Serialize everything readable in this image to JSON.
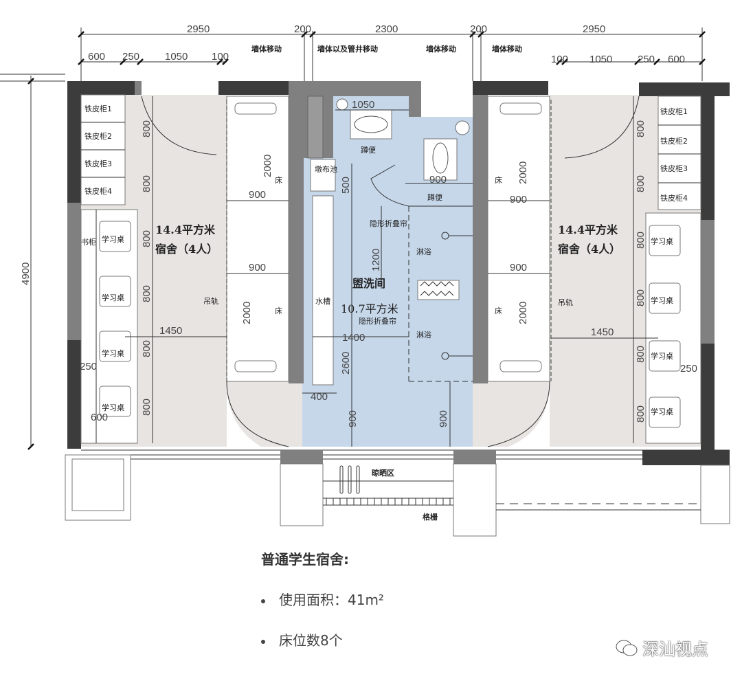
{
  "dimensions": {
    "top": [
      "2950",
      "200",
      "2300",
      "200",
      "2950"
    ],
    "sub_left": [
      "600",
      "250",
      "1050",
      "100"
    ],
    "sub_right": [
      "100",
      "1050",
      "250",
      "600"
    ],
    "overall_depth": "4900"
  },
  "wall_notes": [
    "墙体移动",
    "墙体以及管井移动",
    "墙体移动",
    "墙体移动"
  ],
  "left_room": {
    "lockers": [
      "铁皮柜1",
      "铁皮柜2",
      "铁皮柜3",
      "铁皮柜4"
    ],
    "bookcase": "书柜",
    "desks": [
      "学习桌",
      "学习桌",
      "学习桌",
      "学习桌"
    ],
    "area": "14.4平方米",
    "name": "宿舍（4人）",
    "rail": "吊轨",
    "vertical_dims": [
      "800",
      "800",
      "800",
      "800",
      "800",
      "800"
    ],
    "width_dim": "1450",
    "small_dims": [
      "250",
      "600"
    ],
    "beds": [
      {
        "label": "床",
        "length": "2000",
        "width": "900"
      },
      {
        "label": "床",
        "length": "2000",
        "width": "900"
      }
    ]
  },
  "right_room": {
    "lockers": [
      "铁皮柜1",
      "铁皮柜2",
      "铁皮柜3",
      "铁皮柜4"
    ],
    "desks": [
      "学习桌",
      "学习桌",
      "学习桌",
      "学习桌"
    ],
    "area": "14.4平方米",
    "name": "宿舍（4人）",
    "rail": "吊轨",
    "vertical_dims": [
      "800",
      "800",
      "800",
      "800",
      "800",
      "800"
    ],
    "width_dim": "1450",
    "small_dims": [
      "250"
    ],
    "beds": [
      {
        "label": "床",
        "length": "2000",
        "width": "900"
      },
      {
        "label": "床",
        "length": "2000",
        "width": "900"
      }
    ]
  },
  "bathroom": {
    "toilet_1_dim": "1050",
    "toilet_1": "蹲便",
    "mop_sink": "墩布池",
    "dim_500": "500",
    "toilet_2_dim": "900",
    "toilet_2": "蹲便",
    "curtain_1": "隐形折叠帘",
    "dim_1200": "1200",
    "shower_1": "淋浴",
    "dim_2600": "2600",
    "name": "盥洗间",
    "area": "10.7平方米",
    "curtain_2": "隐形折叠帘",
    "sink": "水槽",
    "dim_1400": "1400",
    "shower_2": "淋浴",
    "dim_400": "400",
    "dim_900_a": "900",
    "dim_900_b": "900"
  },
  "balcony": {
    "drying": "晾晒区",
    "grille": "格栅"
  },
  "summary": {
    "title": "普通学生宿舍:",
    "items": [
      "使用面积：41m²",
      "床位数8个"
    ]
  },
  "watermark": "深汕视点"
}
